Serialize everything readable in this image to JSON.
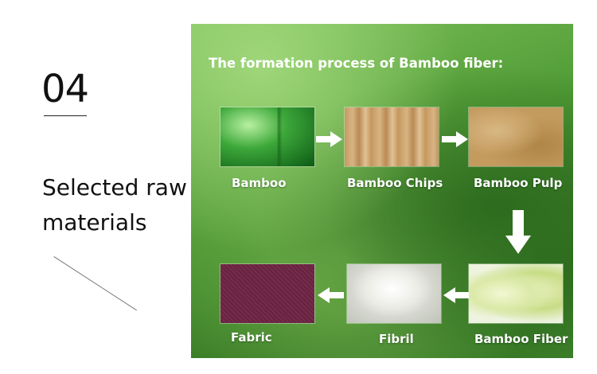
{
  "section": {
    "number": "04",
    "heading": "Selected raw materials"
  },
  "panel": {
    "title": "The formation process of Bamboo fiber:",
    "steps": [
      {
        "label": "Bamboo"
      },
      {
        "label": "Bamboo Chips"
      },
      {
        "label": "Bamboo Pulp"
      },
      {
        "label": "Bamboo Fiber"
      },
      {
        "label": "Fibril"
      },
      {
        "label": "Fabric"
      }
    ],
    "colors": {
      "panel_green": "#4f9a35",
      "fabric": "#6e2344",
      "arrow": "#ffffff"
    },
    "icons": [
      "arrow-right-icon",
      "arrow-down-icon",
      "arrow-left-icon"
    ]
  }
}
